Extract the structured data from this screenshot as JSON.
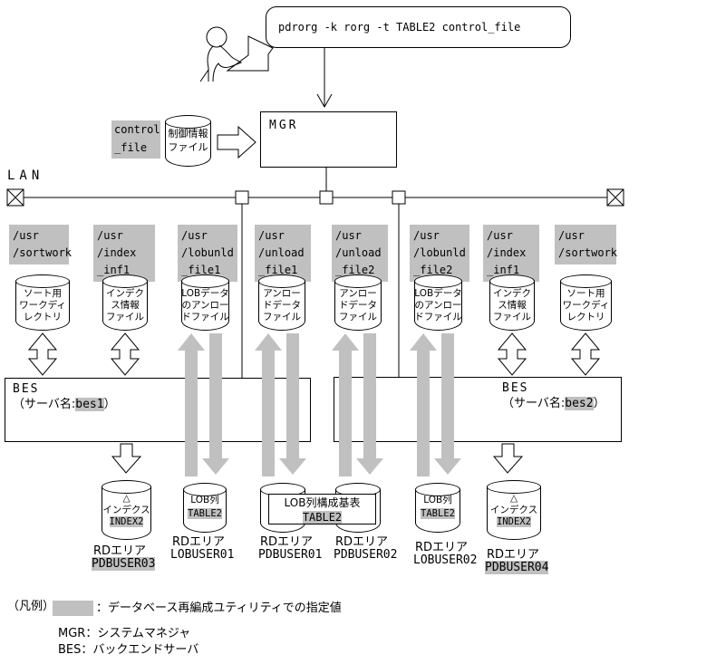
{
  "colors": {
    "highlight": "#c0c0c0",
    "line": "#000000"
  },
  "bubble": {
    "command": "pdrorg -k rorg -t TABLE2 control_file"
  },
  "mgr_box": {
    "label": "MGR"
  },
  "control_file": {
    "name_line1": "control",
    "name_line2": "_file",
    "cyl_line1": "制御情報",
    "cyl_line2": "ファイル"
  },
  "lan": {
    "label": "LAN"
  },
  "files": [
    {
      "path1": "/usr",
      "path2": "/sortwork",
      "cyl1": "ソート用",
      "cyl2": "ワークディ",
      "cyl3": "レクトリ"
    },
    {
      "path1": "/usr",
      "path2": "/index",
      "path3": "_inf1",
      "cyl1": "インデク",
      "cyl2": "ス情報",
      "cyl3": "ファイル"
    },
    {
      "path1": "/usr",
      "path2": "/lobunld",
      "path3": "_file1",
      "cyl1": "LOBデータ",
      "cyl2": "のアンロー",
      "cyl3": "ドファイル"
    },
    {
      "path1": "/usr",
      "path2": "/unload",
      "path3": "_file1",
      "cyl1": "アンロー",
      "cyl2": "ドデータ",
      "cyl3": "ファイル"
    },
    {
      "path1": "/usr",
      "path2": "/unload",
      "path3": "_file2",
      "cyl1": "アンロー",
      "cyl2": "ドデータ",
      "cyl3": "ファイル"
    },
    {
      "path1": "/usr",
      "path2": "/lobunld",
      "path3": "_file2",
      "cyl1": "LOBデータ",
      "cyl2": "のアンロー",
      "cyl3": "ドファイル"
    },
    {
      "path1": "/usr",
      "path2": "/index",
      "path3": "_inf1",
      "cyl1": "インデク",
      "cyl2": "ス情報",
      "cyl3": "ファイル"
    },
    {
      "path1": "/usr",
      "path2": "/sortwork",
      "cyl1": "ソート用",
      "cyl2": "ワークディ",
      "cyl3": "レクトリ"
    }
  ],
  "bes1": {
    "label": "BES",
    "server_prefix": "（サーバ名:",
    "server_name": "bes1",
    "server_suffix": "）"
  },
  "bes2": {
    "label": "BES",
    "server_prefix": "（サーバ名:",
    "server_name": "bes2",
    "server_suffix": "）"
  },
  "rd": [
    {
      "mark": "△",
      "line1": "インデクス",
      "obj": "INDEX2",
      "area": "RDエリア",
      "name": "PDBUSER03"
    },
    {
      "line1": "LOB列",
      "obj": "TABLE2",
      "area": "RDエリア",
      "name": "LOBUSER01"
    },
    {
      "area": "RDエリア",
      "name": "PDBUSER01"
    },
    {
      "area": "RDエリア",
      "name": "PDBUSER02"
    },
    {
      "line1": "LOB列",
      "obj": "TABLE2",
      "area": "RDエリア",
      "name": "LOBUSER02"
    },
    {
      "mark": "△",
      "line1": "インデクス",
      "obj": "INDEX2",
      "area": "RDエリア",
      "name": "PDBUSER04"
    }
  ],
  "base_table": {
    "line1": "LOB列構成基表",
    "name": "TABLE2"
  },
  "legend": {
    "title": "（凡例）",
    "swatch_desc": "：データベース再編成ユティリティでの指定値",
    "mgr_desc": "MGR：システムマネジャ",
    "bes_desc": "BES：バックエンドサーバ"
  }
}
